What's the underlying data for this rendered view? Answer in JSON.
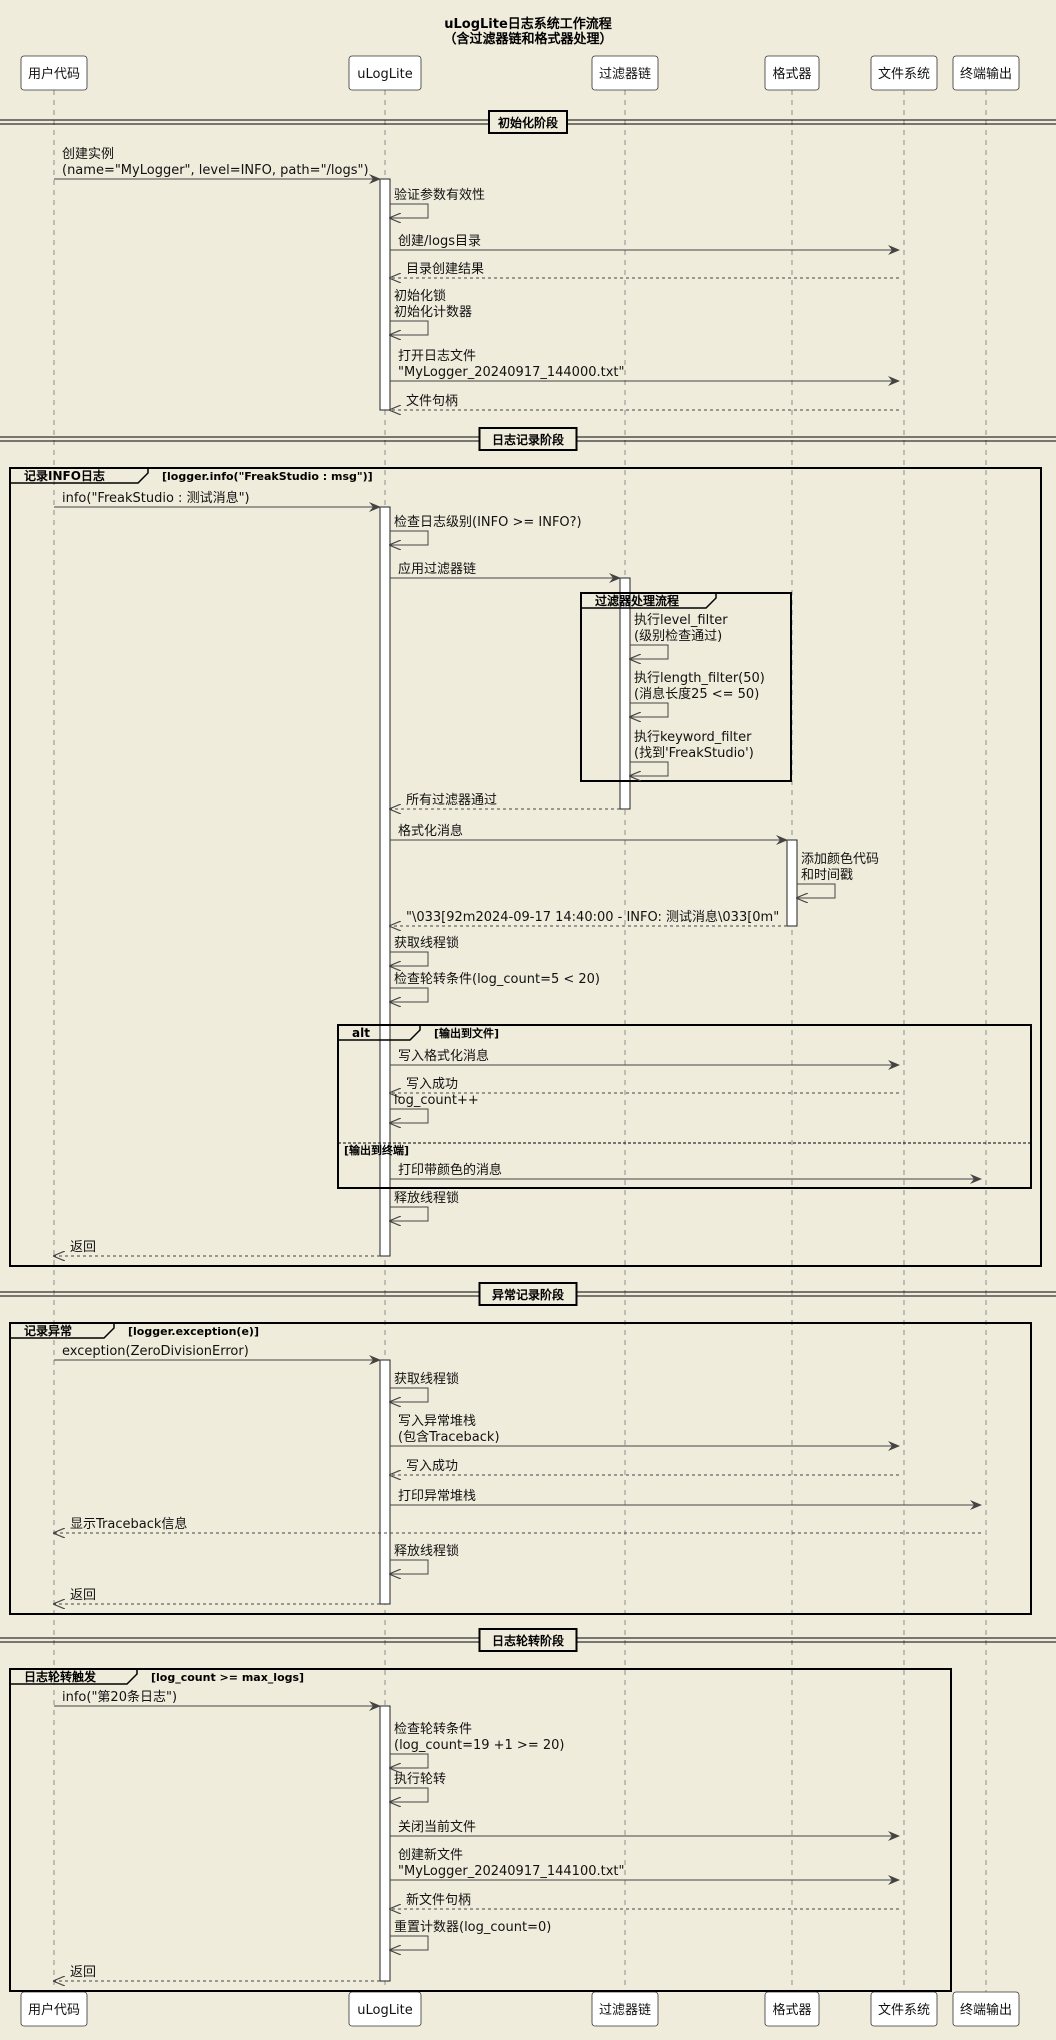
{
  "title": [
    "uLogLite日志系统工作流程",
    "（含过滤器链和格式器处理）"
  ],
  "participants": [
    {
      "id": "user",
      "label": "用户代码"
    },
    {
      "id": "ulog",
      "label": "uLogLite"
    },
    {
      "id": "filter",
      "label": "过滤器链"
    },
    {
      "id": "fmt",
      "label": "格式器"
    },
    {
      "id": "fs",
      "label": "文件系统"
    },
    {
      "id": "term",
      "label": "终端输出"
    }
  ],
  "dividers": [
    "初始化阶段",
    "日志记录阶段",
    "异常记录阶段",
    "日志轮转阶段"
  ],
  "frames": [
    {
      "label": "记录INFO日志",
      "guard": "[logger.info(\"FreakStudio : msg\")]"
    },
    {
      "label": "过滤器处理流程",
      "guard": ""
    },
    {
      "label": "alt",
      "guard": "[输出到文件]",
      "else_guard": "[输出到终端]"
    },
    {
      "label": "记录异常",
      "guard": "[logger.exception(e)]"
    },
    {
      "label": "日志轮转触发",
      "guard": "[log_count >= max_logs]"
    }
  ],
  "messages": [
    {
      "from": "user",
      "to": "ulog",
      "type": "sync",
      "lines": [
        "创建实例",
        "(name=\"MyLogger\", level=INFO, path=\"/logs\")"
      ]
    },
    {
      "from": "ulog",
      "to": "ulog",
      "type": "self",
      "lines": [
        "验证参数有效性"
      ]
    },
    {
      "from": "ulog",
      "to": "fs",
      "type": "sync",
      "lines": [
        "创建/logs目录"
      ]
    },
    {
      "from": "fs",
      "to": "ulog",
      "type": "return",
      "lines": [
        "目录创建结果"
      ]
    },
    {
      "from": "ulog",
      "to": "ulog",
      "type": "self",
      "lines": [
        "初始化锁",
        "初始化计数器"
      ]
    },
    {
      "from": "ulog",
      "to": "fs",
      "type": "sync",
      "lines": [
        "打开日志文件",
        "\"MyLogger_20240917_144000.txt\""
      ]
    },
    {
      "from": "fs",
      "to": "ulog",
      "type": "return",
      "lines": [
        "文件句柄"
      ]
    },
    {
      "from": "user",
      "to": "ulog",
      "type": "sync",
      "lines": [
        "info(\"FreakStudio : 测试消息\")"
      ]
    },
    {
      "from": "ulog",
      "to": "ulog",
      "type": "self",
      "lines": [
        "检查日志级别(INFO >= INFO?)"
      ]
    },
    {
      "from": "ulog",
      "to": "filter",
      "type": "sync",
      "lines": [
        "应用过滤器链"
      ]
    },
    {
      "from": "filter",
      "to": "filter",
      "type": "self",
      "lines": [
        "执行level_filter",
        "(级别检查通过)"
      ]
    },
    {
      "from": "filter",
      "to": "filter",
      "type": "self",
      "lines": [
        "执行length_filter(50)",
        "(消息长度25 <= 50)"
      ]
    },
    {
      "from": "filter",
      "to": "filter",
      "type": "self",
      "lines": [
        "执行keyword_filter",
        "(找到'FreakStudio')"
      ]
    },
    {
      "from": "filter",
      "to": "ulog",
      "type": "return",
      "lines": [
        "所有过滤器通过"
      ]
    },
    {
      "from": "ulog",
      "to": "fmt",
      "type": "sync",
      "lines": [
        "格式化消息"
      ]
    },
    {
      "from": "fmt",
      "to": "fmt",
      "type": "self",
      "lines": [
        "添加颜色代码",
        "和时间戳"
      ]
    },
    {
      "from": "fmt",
      "to": "ulog",
      "type": "return",
      "lines": [
        "\"\\033[92m2024-09-17 14:40:00 - INFO: 测试消息\\033[0m\""
      ]
    },
    {
      "from": "ulog",
      "to": "ulog",
      "type": "self",
      "lines": [
        "获取线程锁"
      ]
    },
    {
      "from": "ulog",
      "to": "ulog",
      "type": "self",
      "lines": [
        "检查轮转条件(log_count=5 < 20)"
      ]
    },
    {
      "from": "ulog",
      "to": "fs",
      "type": "sync",
      "lines": [
        "写入格式化消息"
      ]
    },
    {
      "from": "fs",
      "to": "ulog",
      "type": "return",
      "lines": [
        "写入成功"
      ]
    },
    {
      "from": "ulog",
      "to": "ulog",
      "type": "self",
      "lines": [
        "log_count++"
      ]
    },
    {
      "from": "ulog",
      "to": "term",
      "type": "sync",
      "lines": [
        "打印带颜色的消息"
      ]
    },
    {
      "from": "ulog",
      "to": "ulog",
      "type": "self",
      "lines": [
        "释放线程锁"
      ]
    },
    {
      "from": "ulog",
      "to": "user",
      "type": "return",
      "lines": [
        "返回"
      ]
    },
    {
      "from": "user",
      "to": "ulog",
      "type": "sync",
      "lines": [
        "exception(ZeroDivisionError)"
      ]
    },
    {
      "from": "ulog",
      "to": "ulog",
      "type": "self",
      "lines": [
        "获取线程锁"
      ]
    },
    {
      "from": "ulog",
      "to": "fs",
      "type": "sync",
      "lines": [
        "写入异常堆栈",
        "(包含Traceback)"
      ]
    },
    {
      "from": "fs",
      "to": "ulog",
      "type": "return",
      "lines": [
        "写入成功"
      ]
    },
    {
      "from": "ulog",
      "to": "term",
      "type": "sync",
      "lines": [
        "打印异常堆栈"
      ]
    },
    {
      "from": "term",
      "to": "user",
      "type": "return",
      "lines": [
        "显示Traceback信息"
      ]
    },
    {
      "from": "ulog",
      "to": "ulog",
      "type": "self",
      "lines": [
        "释放线程锁"
      ]
    },
    {
      "from": "ulog",
      "to": "user",
      "type": "return",
      "lines": [
        "返回"
      ]
    },
    {
      "from": "user",
      "to": "ulog",
      "type": "sync",
      "lines": [
        "info(\"第20条日志\")"
      ]
    },
    {
      "from": "ulog",
      "to": "ulog",
      "type": "self",
      "lines": [
        "检查轮转条件",
        "(log_count=19 +1 >= 20)"
      ]
    },
    {
      "from": "ulog",
      "to": "ulog",
      "type": "self",
      "lines": [
        "执行轮转"
      ]
    },
    {
      "from": "ulog",
      "to": "fs",
      "type": "sync",
      "lines": [
        "关闭当前文件"
      ]
    },
    {
      "from": "ulog",
      "to": "fs",
      "type": "sync",
      "lines": [
        "创建新文件",
        "\"MyLogger_20240917_144100.txt\""
      ]
    },
    {
      "from": "fs",
      "to": "ulog",
      "type": "return",
      "lines": [
        "新文件句柄"
      ]
    },
    {
      "from": "ulog",
      "to": "ulog",
      "type": "self",
      "lines": [
        "重置计数器(log_count=0)"
      ]
    },
    {
      "from": "ulog",
      "to": "user",
      "type": "return",
      "lines": [
        "返回"
      ]
    }
  ]
}
